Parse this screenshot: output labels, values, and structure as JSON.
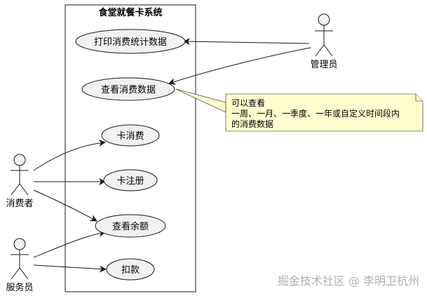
{
  "system": {
    "title": "食堂就餐卡系统"
  },
  "actors": {
    "admin": "管理员",
    "consumer": "消费者",
    "staff": "服务员"
  },
  "use_cases": {
    "print_stats": "打印消费统计数据",
    "view_data": "查看消费数据",
    "card_consume": "卡消费",
    "card_register": "卡注册",
    "check_balance": "查看余额",
    "deduct": "扣款"
  },
  "note": {
    "lines": [
      "可以查看",
      "一周、一月、一季度、一年或自定义时间段内",
      "的消费数据"
    ]
  },
  "watermark": "掘金技术社区 @ 李明卫杭州",
  "colors": {
    "ellipse_fill": "#f1f1f1",
    "note_fill": "#fefece",
    "stroke": "#181818"
  }
}
